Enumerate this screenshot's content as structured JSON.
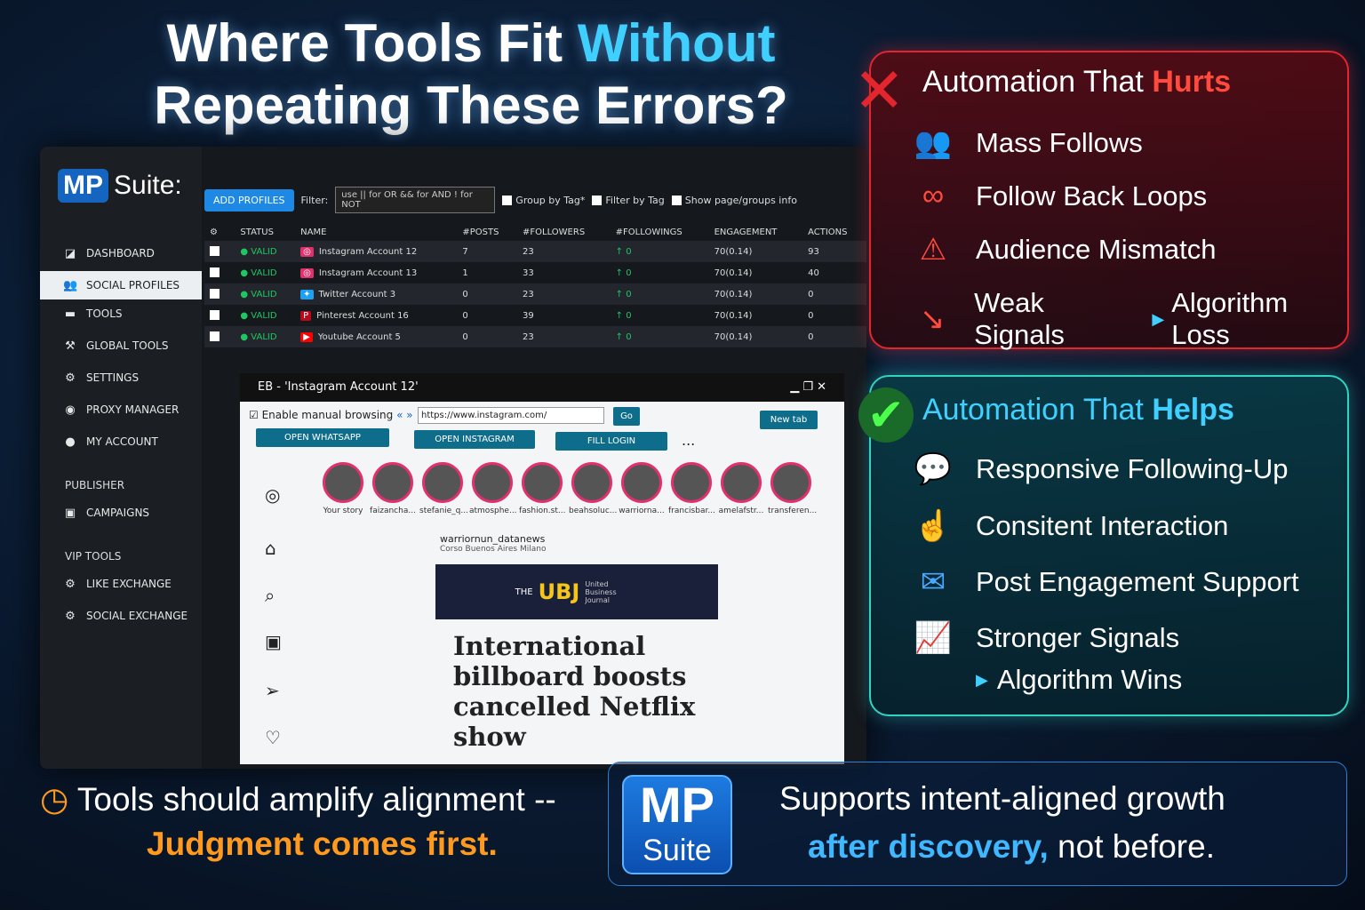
{
  "headline": {
    "part1": "Where Tools Fit ",
    "highlight": "Without",
    "line2": "Repeating These Errors?"
  },
  "app": {
    "logo": {
      "mp": "MP",
      "suite": "Suite:"
    },
    "sidebar": {
      "items": [
        {
          "label": "DASHBOARD",
          "icon": "dashboard-icon"
        },
        {
          "label": "SOCIAL PROFILES",
          "icon": "users-icon",
          "active": true
        },
        {
          "label": "TOOLS",
          "icon": "toolbox-icon"
        },
        {
          "label": "GLOBAL TOOLS",
          "icon": "globe-tools-icon"
        },
        {
          "label": "SETTINGS",
          "icon": "gear-icon"
        },
        {
          "label": "PROXY MANAGER",
          "icon": "proxy-icon"
        },
        {
          "label": "MY ACCOUNT",
          "icon": "account-icon"
        }
      ],
      "publisher": {
        "heading": "PUBLISHER",
        "items": [
          {
            "label": "CAMPAIGNS"
          }
        ]
      },
      "vip": {
        "heading": "VIP TOOLS",
        "items": [
          {
            "label": "LIKE EXCHANGE"
          },
          {
            "label": "SOCIAL EXCHANGE"
          }
        ]
      }
    },
    "toolbar": {
      "add_profiles": "ADD PROFILES",
      "filter_label": "Filter:",
      "filter_placeholder": "use || for OR && for AND ! for NOT",
      "group_by_tag": "Group by Tag*",
      "filter_by_tag": "Filter by Tag",
      "show_page_info": "Show page/groups info"
    },
    "table": {
      "headers": [
        "STATUS",
        "NAME",
        "#POSTS",
        "#FOLLOWERS",
        "#FOLLOWINGS",
        "ENGAGEMENT",
        "ACTIONS"
      ],
      "rows": [
        {
          "status": "VALID",
          "name": "Instagram Account 12",
          "platform": "instagram",
          "posts": "7",
          "followers": "23",
          "followings": "0",
          "engagement": "70(0.14)",
          "actions": "93"
        },
        {
          "status": "VALID",
          "name": "Instagram Account 13",
          "platform": "instagram",
          "posts": "1",
          "followers": "33",
          "followings": "0",
          "engagement": "70(0.14)",
          "actions": "40"
        },
        {
          "status": "VALID",
          "name": "Twitter Account 3",
          "platform": "twitter",
          "posts": "0",
          "followers": "23",
          "followings": "0",
          "engagement": "70(0.14)",
          "actions": "0"
        },
        {
          "status": "VALID",
          "name": "Pinterest Account 16",
          "platform": "pinterest",
          "posts": "0",
          "followers": "39",
          "followings": "0",
          "engagement": "70(0.14)",
          "actions": "0"
        },
        {
          "status": "VALID",
          "name": "Youtube Account 5",
          "platform": "youtube",
          "posts": "0",
          "followers": "23",
          "followings": "0",
          "engagement": "70(0.14)",
          "actions": "0"
        }
      ]
    },
    "browser": {
      "title": "EB - 'Instagram Account 12'",
      "enable_manual": "Enable manual browsing",
      "url": "https://www.instagram.com/",
      "go": "Go",
      "new_tab": "New tab",
      "open_whatsapp": "OPEN WHATSAPP",
      "open_instagram": "OPEN INSTAGRAM",
      "fill_login": "FILL LOGIN",
      "more": "...",
      "stories": [
        "Your story",
        "faizancha...",
        "stefanie_q...",
        "atmosphe...",
        "fashion.st...",
        "beahsoluc...",
        "warriorna...",
        "francisbar...",
        "amelafstr...",
        "transferen..."
      ],
      "post": {
        "user": "warriornun_datanews",
        "location": "Corso Buenos Aires Milano",
        "brand_the": "THE",
        "brand": "UBJ",
        "brand_sub": "United Business Journal",
        "headline": "International billboard boosts cancelled Netflix show"
      }
    }
  },
  "hurts": {
    "title_pre": "Automation That ",
    "title_hl": "Hurts",
    "color": "#e3262d",
    "items": [
      {
        "label": "Mass Follows",
        "icon": "crowd-icon"
      },
      {
        "label": "Follow Back Loops",
        "icon": "loop-icon"
      },
      {
        "label": "Audience Mismatch",
        "icon": "warning-icon"
      },
      {
        "label": "Weak Signals",
        "extra": "Algorithm Loss",
        "icon": "down-arrow-icon"
      }
    ]
  },
  "helps": {
    "title_pre": "Automation That ",
    "title_hl": "Helps",
    "color": "#32d3c3",
    "items": [
      {
        "label": "Responsive Following-Up",
        "icon": "chat-icon"
      },
      {
        "label": "Consitent Interaction",
        "icon": "click-icon"
      },
      {
        "label": "Post Engagement Support",
        "icon": "mail-icon"
      },
      {
        "label": "Stronger Signals",
        "extra": "Algorithm Wins",
        "icon": "growth-chart-icon"
      }
    ]
  },
  "footer": {
    "left_line1": "Tools should amplify alignment --",
    "left_line2": "Judgment comes first.",
    "logo_mp": "MP",
    "logo_suite": "Suite",
    "right_line1": "Supports intent-aligned growth",
    "right_hl": "after discovery,",
    "right_rest": " not before."
  }
}
